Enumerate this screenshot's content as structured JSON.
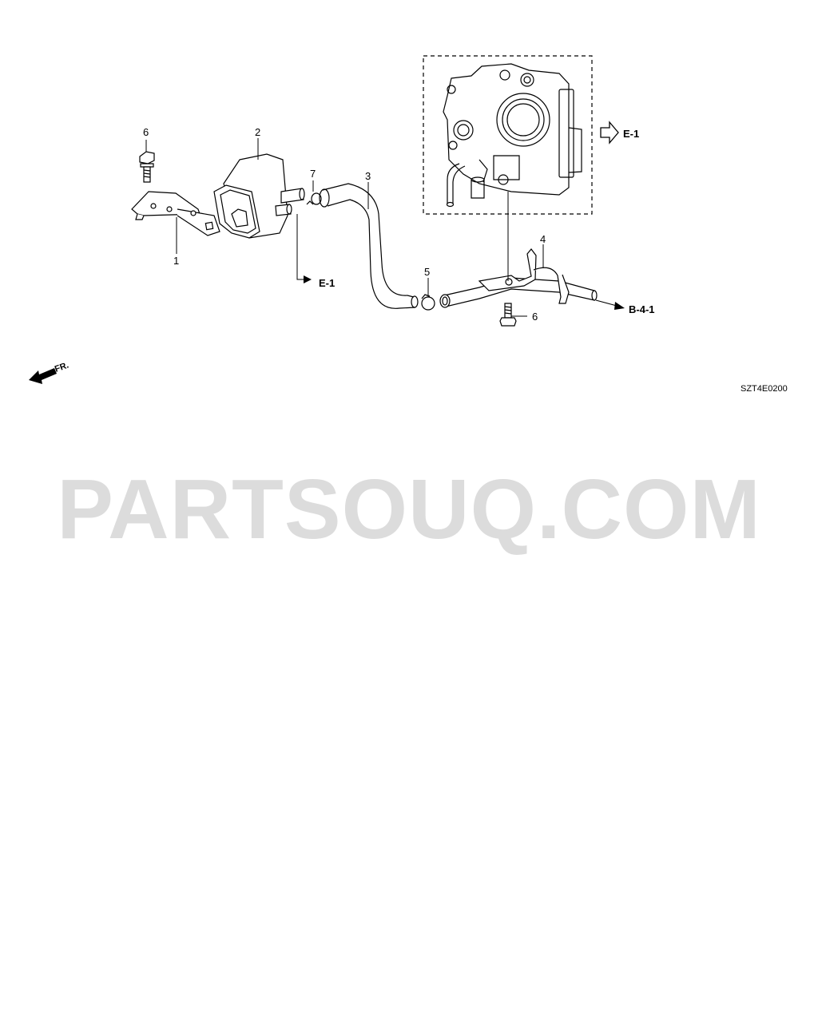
{
  "callouts": {
    "c1": "1",
    "c2": "2",
    "c3": "3",
    "c4": "4",
    "c5": "5",
    "c6_top": "6",
    "c6_bottom": "6",
    "c7": "7"
  },
  "references": {
    "e1_top": "E-1",
    "e1_bottom": "E-1",
    "b41": "B-4-1"
  },
  "front_marker": "FR.",
  "diagram_code": "SZT4E0200",
  "watermark": "PARTSOUQ.COM",
  "colors": {
    "line": "#000000",
    "watermark": "#dcdcdc",
    "background": "#ffffff"
  }
}
